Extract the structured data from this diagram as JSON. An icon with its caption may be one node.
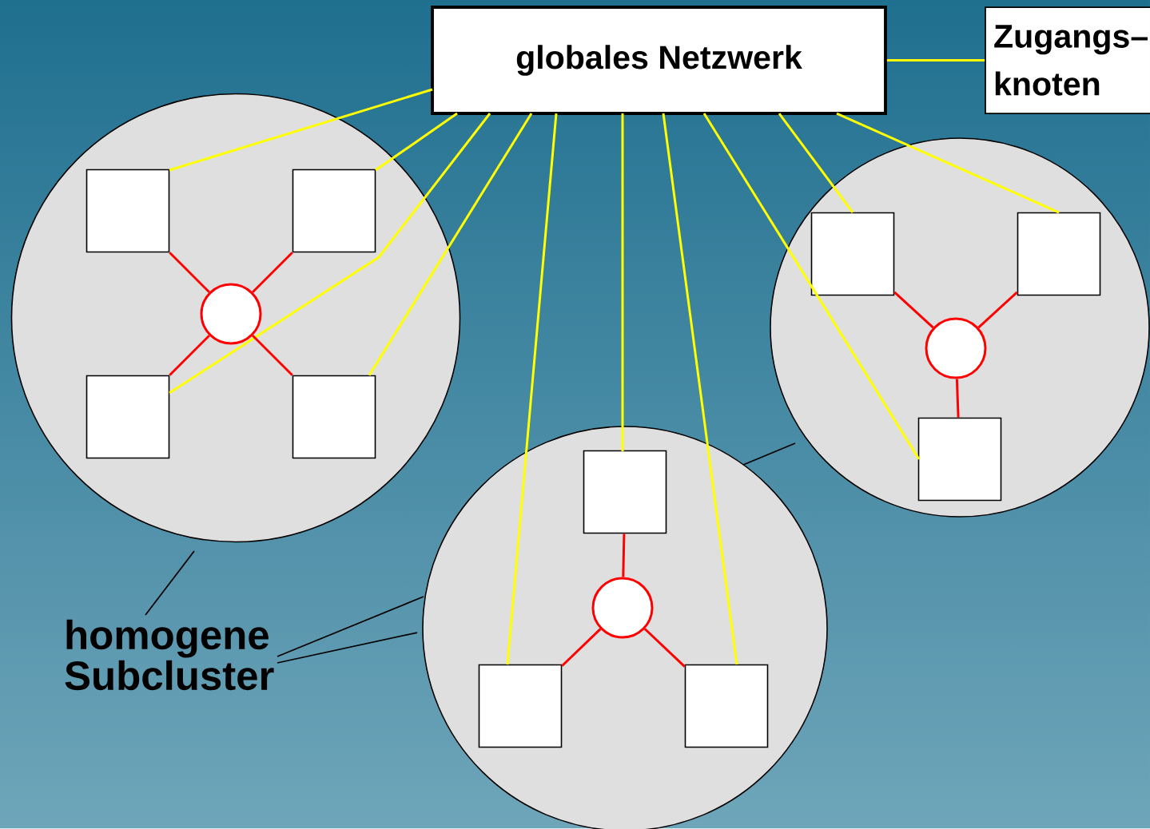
{
  "diagram": {
    "nodes": [
      {
        "text": [
          "globales Netzwerk"
        ]
      },
      {
        "text": [
          "Zugangs– knoten"
        ]
      },
      {
        "text": [
          "homogene Subcluster"
        ]
      },
      {
        "text": [],
        "shape": "circle"
      },
      {
        "text": [],
        "shape": "box",
        "in": 3
      },
      {
        "text": [],
        "shape": "box",
        "in": 3
      },
      {
        "text": [],
        "shape": "box",
        "in": 3
      },
      {
        "text": [],
        "shape": "box",
        "in": 3
      },
      {
        "text": [],
        "shape": "circle",
        "in": 3
      },
      {
        "text": [],
        "shape": "circle"
      },
      {
        "text": [],
        "shape": "box",
        "in": 9
      },
      {
        "text": [],
        "shape": "box",
        "in": 9
      },
      {
        "text": [],
        "shape": "box",
        "in": 9
      },
      {
        "text": [],
        "shape": "circle",
        "in": 9
      },
      {
        "text": [],
        "shape": "circle"
      },
      {
        "text": [],
        "shape": "box",
        "in": 14
      },
      {
        "text": [],
        "shape": "box",
        "in": 14
      },
      {
        "text": [],
        "shape": "box",
        "in": 14
      },
      {
        "text": [],
        "shape": "circle",
        "in": 14
      }
    ],
    "edges": [
      {
        "from": 0,
        "to": 1,
        "arrow": "none"
      },
      {
        "from": 0,
        "to": 4,
        "arrow": "none"
      },
      {
        "from": 0,
        "to": 5,
        "arrow": "none"
      },
      {
        "from": 0,
        "to": 6,
        "arrow": "none"
      },
      {
        "from": 0,
        "to": 7,
        "arrow": "none"
      },
      {
        "from": 0,
        "to": 16,
        "arrow": "none"
      },
      {
        "from": 0,
        "to": 15,
        "arrow": "none"
      },
      {
        "from": 0,
        "to": 17,
        "arrow": "none"
      },
      {
        "from": 0,
        "to": 12,
        "arrow": "none"
      },
      {
        "from": 0,
        "to": 10,
        "arrow": "none"
      },
      {
        "from": 0,
        "to": 11,
        "arrow": "none"
      },
      {
        "from": 4,
        "to": 8,
        "arrow": "none",
        "color": "#ff0000"
      },
      {
        "from": 5,
        "to": 8,
        "arrow": "none",
        "color": "#ff0000"
      },
      {
        "from": 6,
        "to": 8,
        "arrow": "none",
        "color": "#ff0000"
      },
      {
        "from": 7,
        "to": 8,
        "arrow": "none",
        "color": "#ff0000"
      },
      {
        "from": 10,
        "to": 13,
        "arrow": "none",
        "color": "#ff0000"
      },
      {
        "from": 11,
        "to": 13,
        "arrow": "none",
        "color": "#ff0000"
      },
      {
        "from": 12,
        "to": 13,
        "arrow": "none",
        "color": "#ff0000"
      },
      {
        "from": 15,
        "to": 18,
        "arrow": "none",
        "color": "#ff0000"
      },
      {
        "from": 16,
        "to": 18,
        "arrow": "none",
        "color": "#ff0000"
      },
      {
        "from": 17,
        "to": 18,
        "arrow": "none",
        "color": "#ff0000"
      },
      {
        "from": 2,
        "to": 3,
        "arrow": "none",
        "color": "#000000"
      },
      {
        "from": 2,
        "to": 14,
        "arrow": "none",
        "color": "#000000"
      },
      {
        "from": 2,
        "to": 14,
        "arrow": "none",
        "color": "#000000"
      },
      {
        "from": 14,
        "to": 9,
        "arrow": "none",
        "color": "#000000"
      }
    ]
  }
}
